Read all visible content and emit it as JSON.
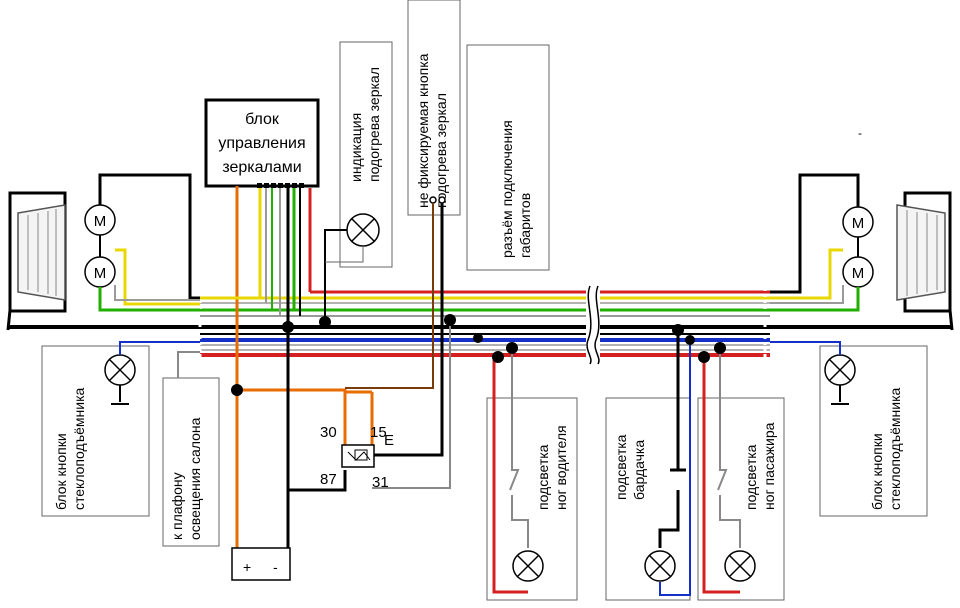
{
  "labels": {
    "mirror_control_unit": [
      "блок",
      "управления",
      "зеркалами"
    ],
    "mirror_heat_indicator": [
      "индикация",
      "подогрева зеркал"
    ],
    "nonlatching_button": [
      "не фиксируемая кнопка",
      "подогрева зеркал"
    ],
    "marker_lights_connector": [
      "разъём подключения",
      "габаритов"
    ],
    "window_block_left": [
      "блок кнопки",
      "стеклоподъёмника"
    ],
    "window_block_right": [
      "блок кнопки",
      "стеклоподъёмника"
    ],
    "interior_lamp": [
      "к  плафону",
      "освещения салона"
    ],
    "driver_footwell": [
      "подсветка",
      "ног водителя"
    ],
    "glovebox_light": [
      "подсветка",
      "бардачка"
    ],
    "passenger_footwell": [
      "подсветка",
      "ног пасажира"
    ],
    "relay_pin_30": "30",
    "relay_pin_15": "15",
    "relay_pin_E": "E",
    "relay_pin_87": "87",
    "relay_pin_31": "31",
    "battery_plus": "+",
    "battery_minus": "-",
    "motor_symbol": "M",
    "top_right_mark": "-"
  },
  "wire_colors": {
    "red": "#d42020",
    "black": "#000000",
    "blue": "#1530c8",
    "green": "#22b000",
    "yellow": "#e8d800",
    "orange": "#e86c00",
    "brown": "#7a3b0a",
    "gray": "#9a9a9a",
    "white_outline": "#555555"
  }
}
